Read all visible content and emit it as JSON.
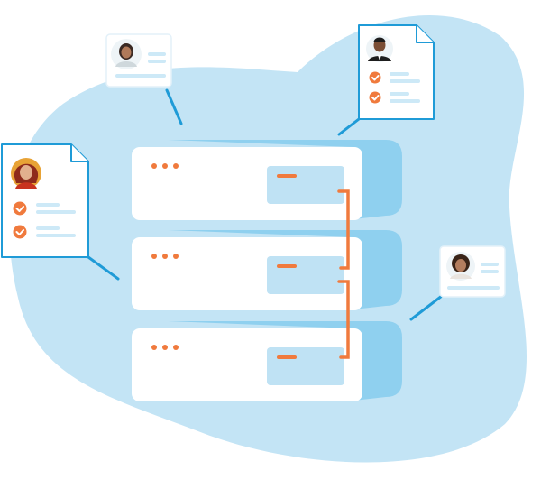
{
  "colors": {
    "blob": "#c3e4f5",
    "blob_shadow": "#d9eef8",
    "server_side": "#8fd0ef",
    "server_face": "#ffffff",
    "drive_slot": "#bfe2f4",
    "accent": "#f07a3d",
    "connector": "#1f9bd7",
    "doc_border": "#1f9bd7",
    "text_line": "#cde9f7"
  },
  "servers": [
    {
      "name": "server-unit-1"
    },
    {
      "name": "server-unit-2"
    },
    {
      "name": "server-unit-3"
    }
  ],
  "profiles": [
    {
      "name": "profile-card-top-left",
      "avatar": "avatar-woman-icon",
      "type": "card"
    },
    {
      "name": "profile-doc-top-right",
      "avatar": "avatar-man-suit-icon",
      "type": "document",
      "checks": 2
    },
    {
      "name": "profile-doc-left",
      "avatar": "avatar-woman-red-icon",
      "type": "document",
      "checks": 2
    },
    {
      "name": "profile-card-right",
      "avatar": "avatar-woman-curly-icon",
      "type": "card"
    }
  ]
}
